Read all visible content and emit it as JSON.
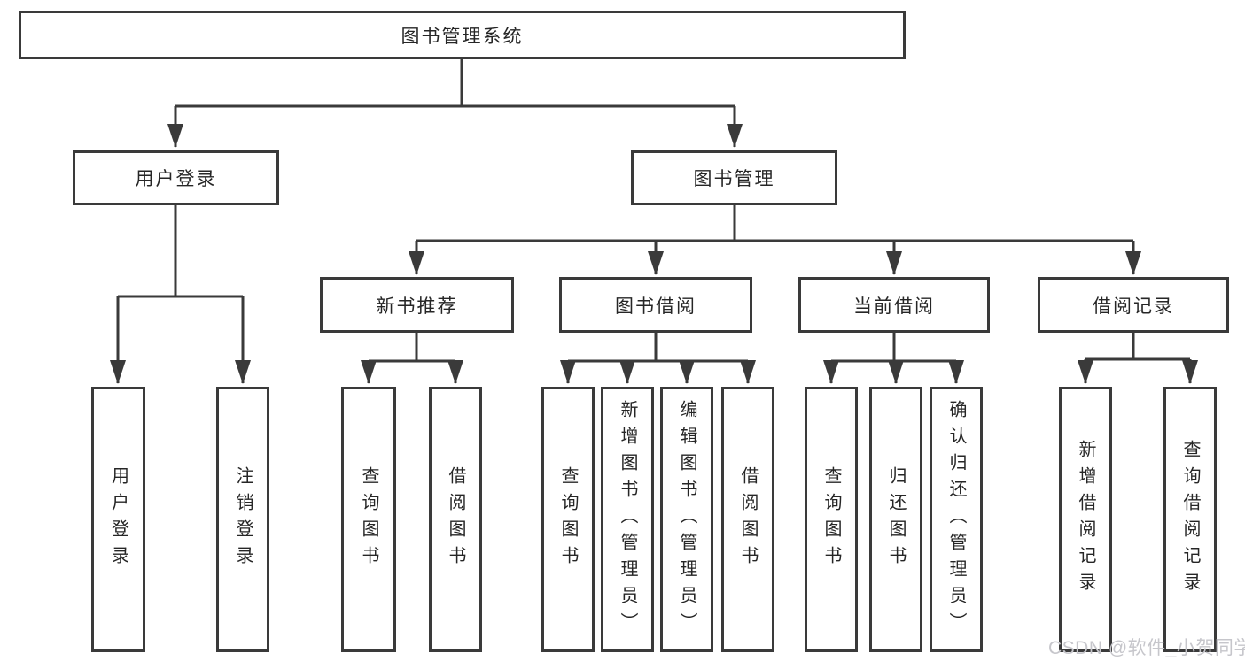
{
  "nodes": {
    "root": {
      "label": "图书管理系统"
    },
    "user_login": {
      "label": "用户登录"
    },
    "book_management": {
      "label": "图书管理"
    },
    "new_book_recommend": {
      "label": "新书推荐"
    },
    "book_borrowing": {
      "label": "图书借阅"
    },
    "current_borrowing": {
      "label": "当前借阅"
    },
    "borrowing_records": {
      "label": "借阅记录"
    },
    "leaf_user_login": {
      "label": "用户登录"
    },
    "leaf_logout": {
      "label": "注销登录"
    },
    "leaf_query_books_recommend": {
      "label": "查询图书"
    },
    "leaf_borrow_books_recommend": {
      "label": "借阅图书"
    },
    "leaf_query_books_borrowing": {
      "label": "查询图书"
    },
    "leaf_add_books_admin": {
      "label": "新增图书（管理员）"
    },
    "leaf_edit_books_admin": {
      "label": "编辑图书（管理员）"
    },
    "leaf_borrow_books_borrowing": {
      "label": "借阅图书"
    },
    "leaf_query_books_current": {
      "label": "查询图书"
    },
    "leaf_return_books": {
      "label": "归还图书"
    },
    "leaf_confirm_return_admin": {
      "label": "确认归还（管理员）"
    },
    "leaf_add_borrow_record": {
      "label": "新增借阅记录"
    },
    "leaf_query_borrow_record": {
      "label": "查询借阅记录"
    }
  },
  "watermark": {
    "text": "CSDN @软件_小贺同学"
  },
  "colors": {
    "line": "#3a3a3a",
    "box_border": "#3a3a3a",
    "text": "#262626",
    "background": "#ffffff",
    "watermark": "#c6c6cb"
  }
}
